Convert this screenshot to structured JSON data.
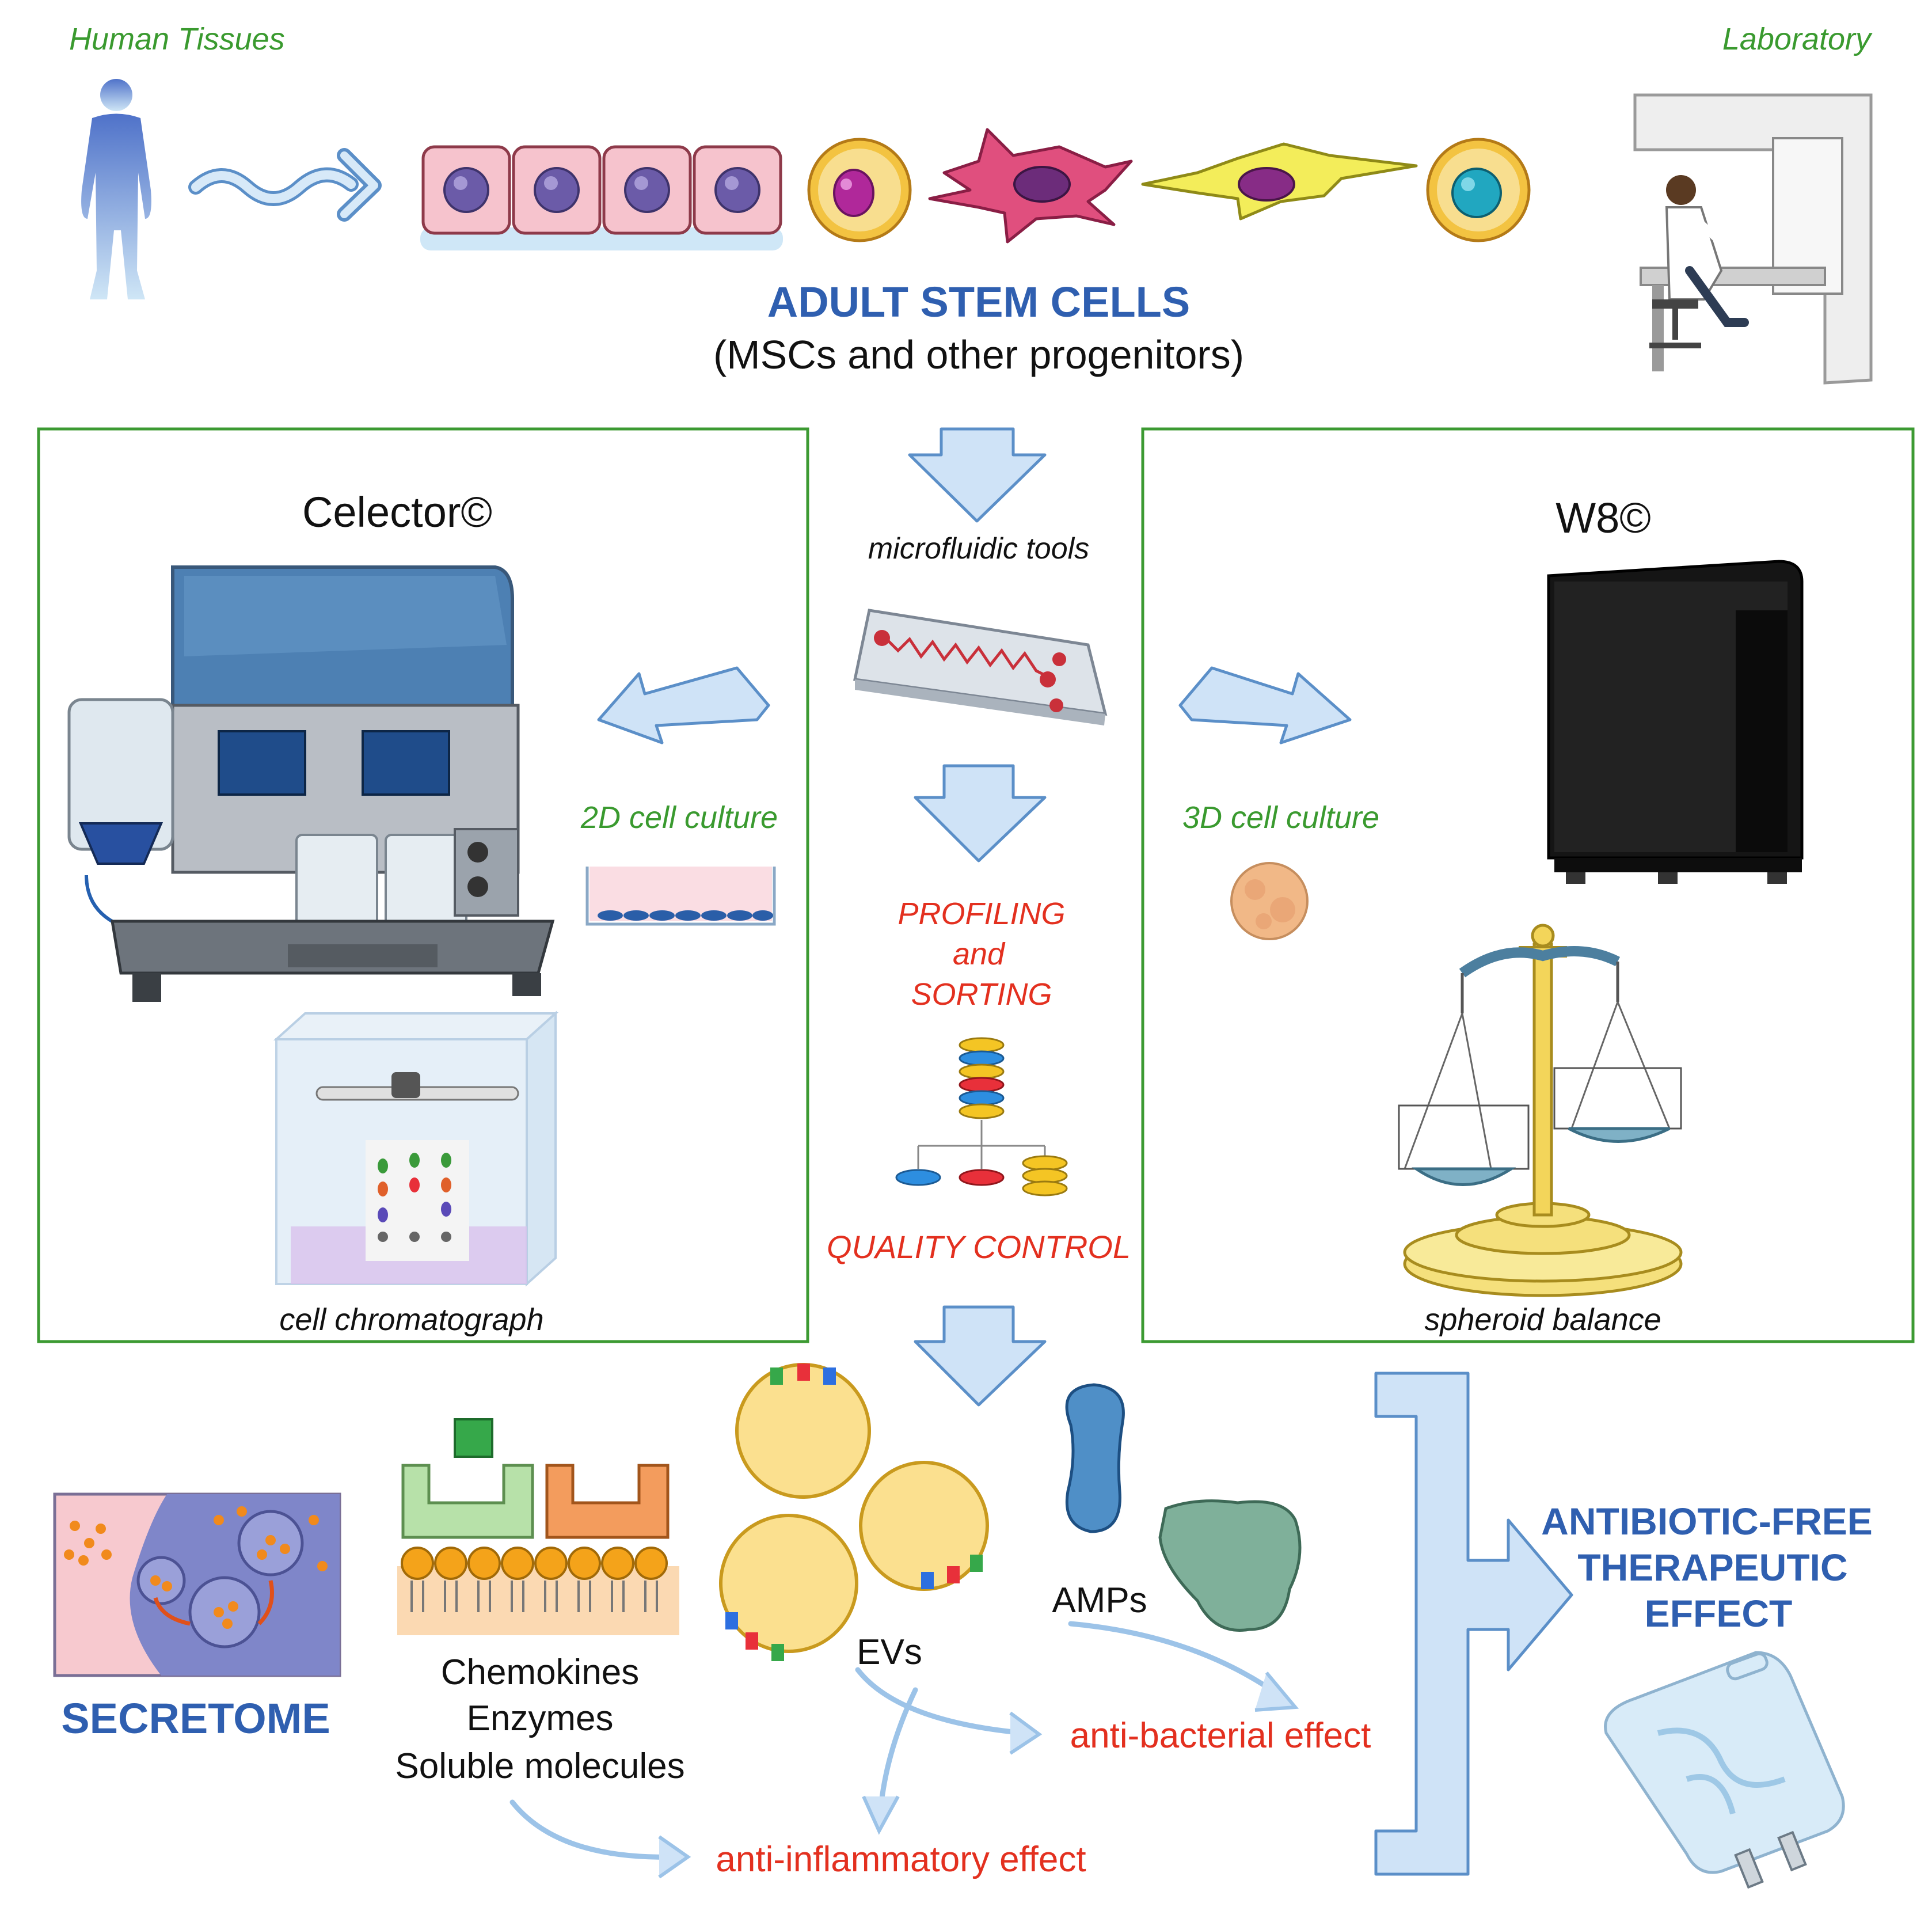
{
  "top": {
    "human_tissues": "Human Tissues",
    "laboratory": "Laboratory",
    "title": "ADULT STEM CELLS",
    "subtitle": "(MSCs and other progenitors)"
  },
  "center": {
    "microfluidic": "microfluidic tools",
    "profiling": [
      "PROFILING",
      "and",
      "SORTING"
    ],
    "quality_control": "QUALITY CONTROL"
  },
  "left_panel": {
    "device": "Celector©",
    "culture": "2D cell culture",
    "caption": "cell chromatograph"
  },
  "right_panel": {
    "device": "W8©",
    "culture": "3D cell culture",
    "caption": "spheroid balance"
  },
  "bottom": {
    "secretome": "SECRETOME",
    "molecules": [
      "Chemokines",
      "Enzymes",
      "Soluble molecules"
    ],
    "evs": "EVs",
    "amps": "AMPs",
    "antibacterial": "anti-bacterial effect",
    "antiinflammatory": "anti-inflammatory effect",
    "result": [
      "ANTIBIOTIC-FREE",
      "THERAPEUTIC",
      "EFFECT"
    ]
  },
  "colors": {
    "panel_border": "#3c9a32",
    "heading_blue": "#2f5fb0",
    "effect_red": "#e3301f",
    "arrow_fill": "#cfe3f7"
  }
}
